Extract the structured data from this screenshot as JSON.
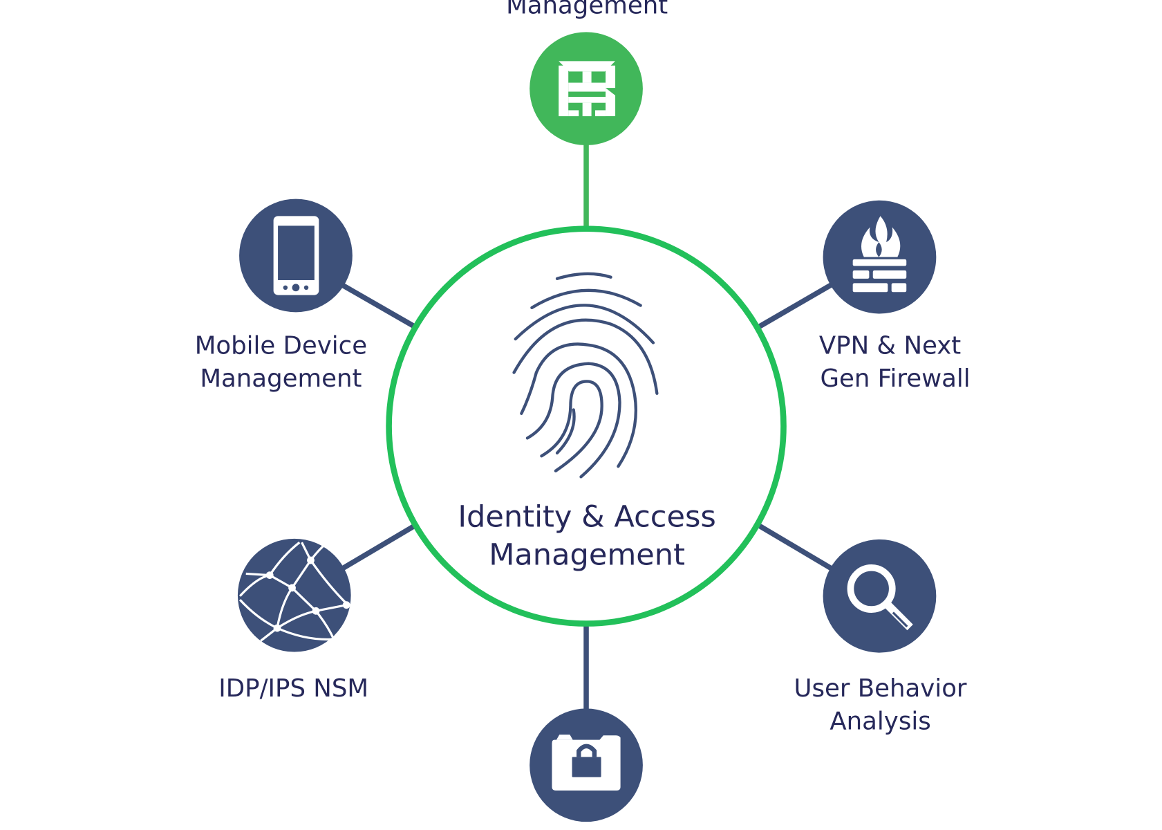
{
  "colors": {
    "accent_green": "#41b75a",
    "ring_green": "#22c05a",
    "node_navy": "#3d5079",
    "text": "#26285a"
  },
  "center": {
    "line1": "Identity & Access",
    "line2": "Management",
    "icon": "fingerprint-icon"
  },
  "nodes": {
    "top": {
      "label_visible": "Management",
      "icon": "logo-icon"
    },
    "mobile": {
      "line1": "Mobile Device",
      "line2": "Management",
      "icon": "smartphone-icon"
    },
    "vpn": {
      "line1": "VPN & Next",
      "line2": "Gen Firewall",
      "icon": "firewall-icon"
    },
    "idp": {
      "line1": "IDP/IPS NSM",
      "icon": "network-globe-icon"
    },
    "uba": {
      "line1": "User Behavior",
      "line2": "Analysis",
      "icon": "magnifier-icon"
    },
    "bottom": {
      "icon": "camera-lock-icon"
    }
  }
}
